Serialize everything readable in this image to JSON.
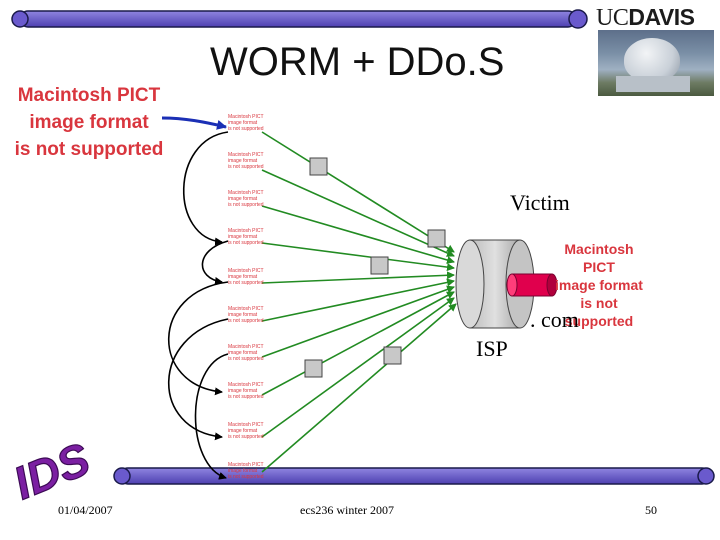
{
  "slide": {
    "title": "WORM + DDo.S",
    "logo_text_uc": "UC",
    "logo_text_davis": "DAVIS",
    "pict_notice_large": [
      "Macintosh PICT",
      "image format",
      "is not supported"
    ],
    "pict_notice_medium": [
      "Macintosh PICT",
      "image format",
      "is not supported"
    ],
    "pict_notice_tiny": [
      "Macintosh PICT",
      "image format",
      "is not supported"
    ],
    "victim_label": "Victim",
    "com_label": ". com",
    "isp_label": "ISP",
    "ids_label": "IDS",
    "footer": {
      "date": "01/04/2007",
      "course": "ecs236 winter 2007",
      "page": "50"
    }
  },
  "colors": {
    "scrollbar_fill": "#6a5acd",
    "scrollbar_stroke": "#1a1a4a",
    "attack_arrow": "#228b22",
    "spread_arrow": "#000000",
    "pict_text": "#d9363e",
    "ids_fill": "#7b1fa2",
    "pipe_fill": "#e0004d",
    "server_fill": "#cfcfcf",
    "pointer_arrow": "#1b2fb5"
  }
}
